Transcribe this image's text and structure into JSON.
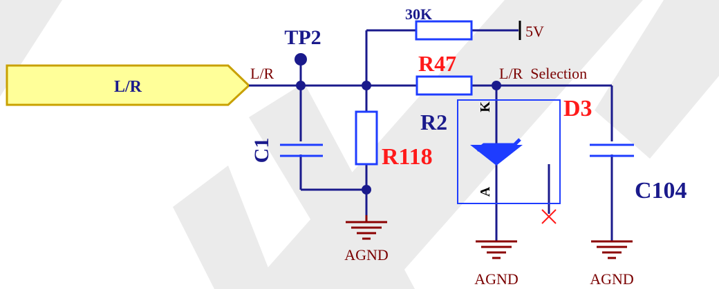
{
  "port": {
    "label": "L/R"
  },
  "nets": {
    "lr_in": "L/R",
    "lr_selection": "L/R  Selection",
    "supply": "5V",
    "ground": "AGND"
  },
  "components": {
    "tp2": "TP2",
    "c1": "C1",
    "r118": "R118",
    "r47": "R47",
    "r47_value": "30K",
    "r2": "R2",
    "d3": "D3",
    "c104": "C104",
    "diode_k": "K",
    "diode_a": "A"
  },
  "colors": {
    "wire": "#1a1a8c",
    "component": "#1e3cff",
    "ground": "#8b0000",
    "ref_red": "#ff1a1a",
    "port_fill": "#ffff99",
    "watermark": "#ebebeb"
  }
}
